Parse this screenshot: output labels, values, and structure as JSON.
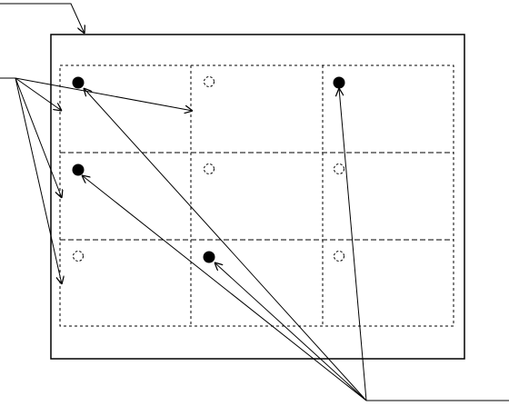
{
  "diagram": {
    "colors": {
      "stroke": "#000000",
      "background": "#ffffff",
      "filled_dot": "#000000"
    },
    "grid": {
      "rows": 3,
      "cols": 3,
      "cells": [
        {
          "row": 0,
          "col": 0,
          "dot": "filled"
        },
        {
          "row": 0,
          "col": 1,
          "dot": "hollow"
        },
        {
          "row": 0,
          "col": 2,
          "dot": "filled"
        },
        {
          "row": 1,
          "col": 0,
          "dot": "filled"
        },
        {
          "row": 1,
          "col": 1,
          "dot": "hollow"
        },
        {
          "row": 1,
          "col": 2,
          "dot": "hollow"
        },
        {
          "row": 2,
          "col": 0,
          "dot": "hollow"
        },
        {
          "row": 2,
          "col": 1,
          "dot": "filled"
        },
        {
          "row": 2,
          "col": 2,
          "dot": "hollow"
        }
      ]
    },
    "callouts": [
      {
        "id": "outer-frame-callout",
        "targets": 1
      },
      {
        "id": "region-callout",
        "targets": 4
      },
      {
        "id": "filled-dot-callout",
        "targets": 4
      }
    ]
  }
}
